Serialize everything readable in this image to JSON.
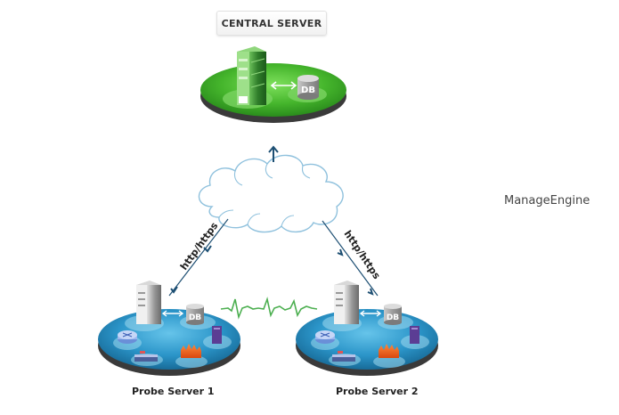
{
  "central": {
    "label": "CENTRAL SERVER",
    "db_label": "DB",
    "platform_color": "#3fae2a"
  },
  "probes": [
    {
      "label": "Probe Server 1",
      "db_label": "DB",
      "protocol": "http/https"
    },
    {
      "label": "Probe Server 2",
      "db_label": "DB",
      "protocol": "http/https"
    }
  ],
  "probe_platform_color": "#1f7fb0",
  "heartbeat_color": "#4caf50",
  "arrow_color": "#1d4f73",
  "cloud_stroke": "#8fc1dd",
  "brand": "ManageEngine"
}
